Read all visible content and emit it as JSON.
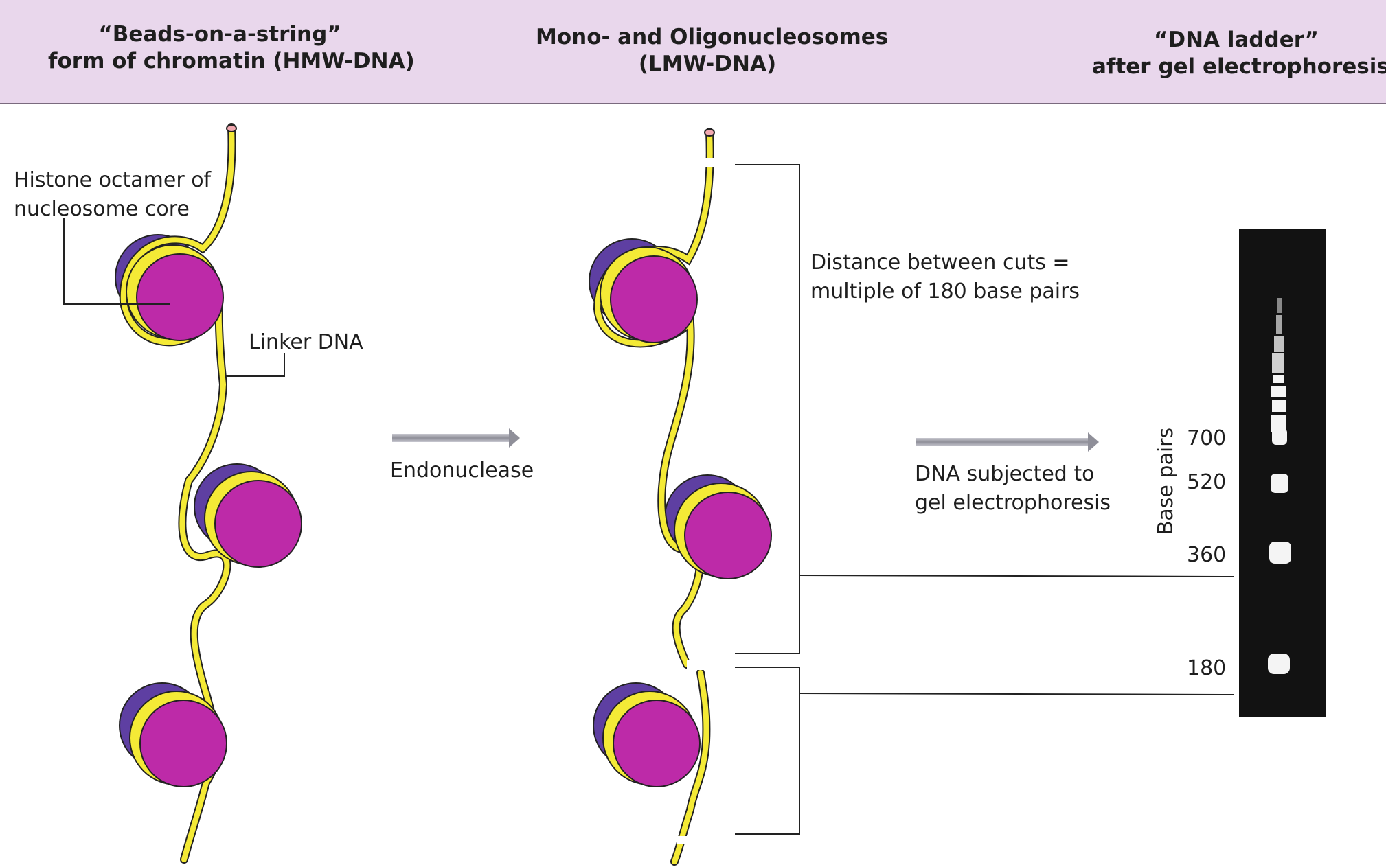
{
  "headers": {
    "left": [
      "“Beads-on-a-string”",
      "form of chromatin (HMW-DNA)"
    ],
    "middle": [
      "Mono- and Oligonucleosomes",
      "(LMW-DNA)"
    ],
    "right": [
      "“DNA ladder”",
      "after gel electrophoresis"
    ]
  },
  "labels": {
    "histone": [
      "Histone octamer of",
      "nucleosome core"
    ],
    "linker": "Linker DNA",
    "endonuclease": "Endonuclease",
    "distance": [
      "Distance between cuts =",
      "multiple of 180 base pairs"
    ],
    "gel_step": [
      "DNA subjected to",
      "gel electrophoresis"
    ],
    "base_pairs_axis": "Base pairs"
  },
  "ladder": {
    "markers": [
      "700",
      "520",
      "360",
      "180"
    ]
  },
  "colors": {
    "header_band": "#e9d7ec",
    "dna_strand": "#f4ea36",
    "histone_front": "#bd2aa8",
    "histone_back": "#5e3fa2",
    "gel_background": "#121212",
    "band": "#f4f4f4",
    "arrow": "#9a9aa4"
  }
}
